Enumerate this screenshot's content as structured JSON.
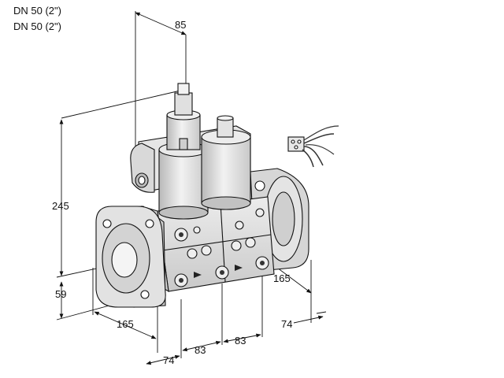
{
  "header": {
    "line1": "DN 50 (2\")",
    "line2": "DN 50 (2\")"
  },
  "dimensions": {
    "d85": "85",
    "d245": "245",
    "d59": "59",
    "d165_left": "165",
    "d165_right": "165",
    "d74_bottom": "74",
    "d74_right": "74",
    "d83_left": "83",
    "d83_right": "83"
  },
  "colors": {
    "body": "#dedede",
    "shadow": "#bcbcbc",
    "light": "#f1f1f1",
    "line": "#111111"
  }
}
